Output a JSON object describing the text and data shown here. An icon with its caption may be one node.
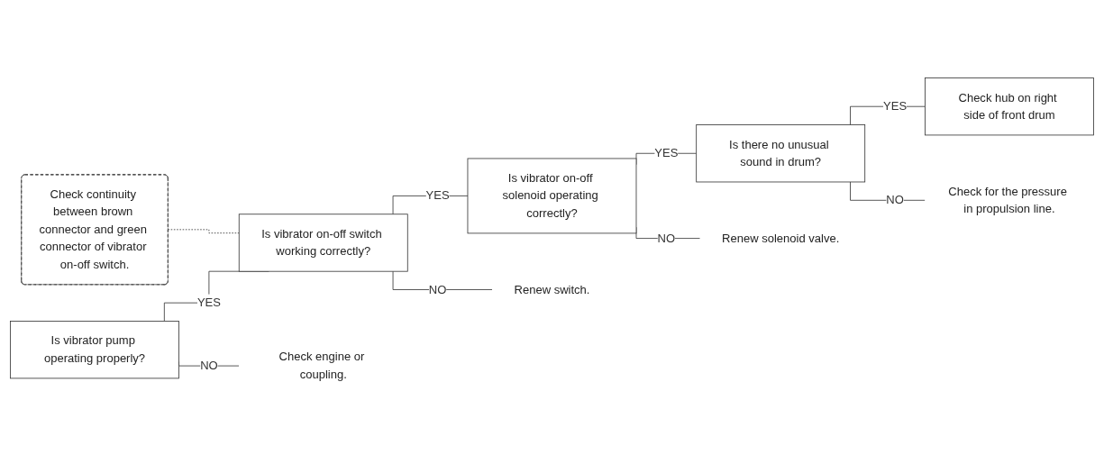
{
  "diagram": {
    "nodes": [
      {
        "text": [
          "Is vibrator pump operating properly?"
        ]
      },
      {
        "text": [
          "Is vibrator on-off switch working correctly?"
        ]
      },
      {
        "text": [
          "Check engine or coupling."
        ]
      },
      {
        "text": [
          "Check continuity between brown connector and green connector of vibrator on-off switch."
        ]
      },
      {
        "text": [
          "Is vibrator on-off solenoid operating correctly?"
        ]
      },
      {
        "text": [
          "Renew switch."
        ]
      },
      {
        "text": [
          "Is there no unusual sound in drum?"
        ]
      },
      {
        "text": [
          "Renew solenoid valve."
        ]
      },
      {
        "text": [
          "Check hub on right side of front drum"
        ]
      },
      {
        "text": [
          "Check for the pressure in propulsion line."
        ]
      }
    ],
    "edges": [
      {
        "from": 0,
        "to": 1,
        "arrow": "none",
        "label": "YES"
      },
      {
        "from": 0,
        "to": 2,
        "arrow": "none",
        "label": "NO"
      },
      {
        "from": 3,
        "to": 1,
        "arrow": "none",
        "style": "dashed"
      },
      {
        "from": 1,
        "to": 4,
        "arrow": "none",
        "label": "YES"
      },
      {
        "from": 1,
        "to": 5,
        "arrow": "none",
        "label": "NO"
      },
      {
        "from": 4,
        "to": 6,
        "arrow": "none",
        "label": "YES"
      },
      {
        "from": 4,
        "to": 7,
        "arrow": "none",
        "label": "NO"
      },
      {
        "from": 6,
        "to": 8,
        "arrow": "none",
        "label": "YES"
      },
      {
        "from": 6,
        "to": 9,
        "arrow": "none",
        "label": "NO"
      }
    ]
  }
}
